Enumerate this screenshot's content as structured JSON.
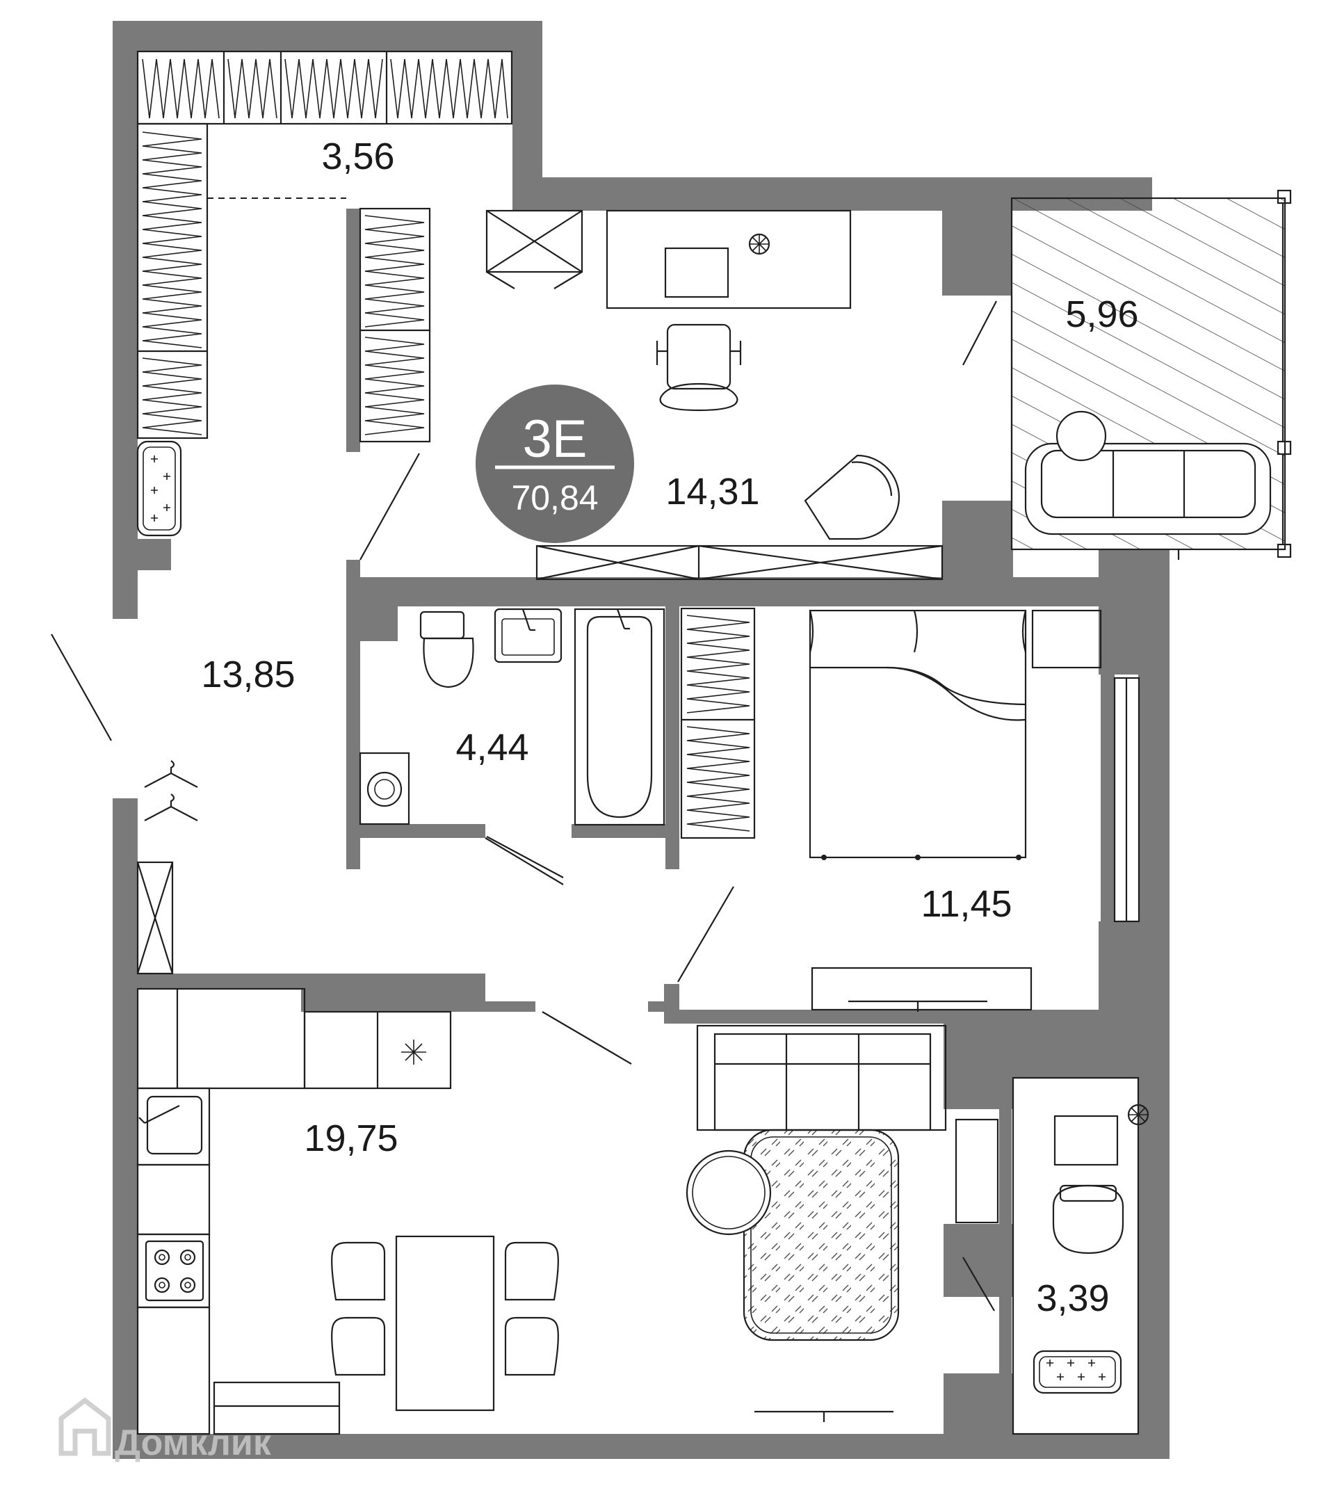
{
  "apartment": {
    "code": "3Е",
    "total_area": "70,84"
  },
  "rooms": [
    {
      "id": "wardrobe",
      "area": "3,56"
    },
    {
      "id": "study",
      "area": "14,31"
    },
    {
      "id": "balcony",
      "area": "5,96"
    },
    {
      "id": "hallway",
      "area": "13,85"
    },
    {
      "id": "bathroom",
      "area": "4,44"
    },
    {
      "id": "bedroom",
      "area": "11,45"
    },
    {
      "id": "kitchen-living",
      "area": "19,75"
    },
    {
      "id": "toilet",
      "area": "3,39"
    }
  ],
  "watermark": {
    "text": "Домклик"
  },
  "colors": {
    "wall": "#7a7a7a",
    "badge": "#6e6e6e",
    "line": "#1e1e1e",
    "background": "#ffffff"
  }
}
